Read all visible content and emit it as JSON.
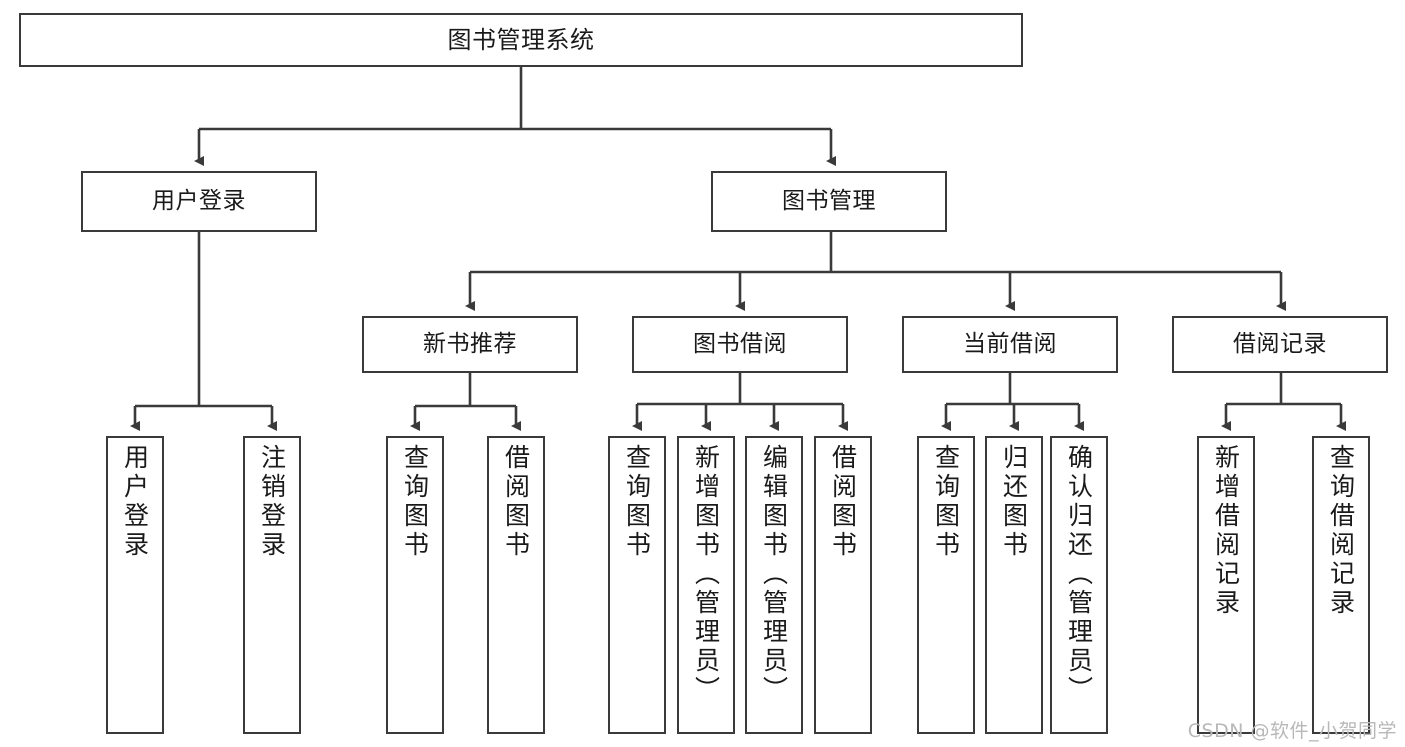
{
  "diagram": {
    "title": "图书管理系统",
    "type": "tree-hierarchy-diagram",
    "colors": {
      "border": "#3a3a3a",
      "background": "#ffffff",
      "text": "#1a1a1a",
      "watermark": "#b8b8b8"
    },
    "nodes": {
      "root": {
        "label": "图书管理系统"
      },
      "level2": [
        {
          "label": "用户登录"
        },
        {
          "label": "图书管理"
        }
      ],
      "level3": [
        {
          "label": "新书推荐"
        },
        {
          "label": "图书借阅"
        },
        {
          "label": "当前借阅"
        },
        {
          "label": "借阅记录"
        }
      ],
      "leaves": {
        "user_login": [
          {
            "label": "用户登录"
          },
          {
            "label": "注销登录"
          }
        ],
        "new_book_recommend": [
          {
            "label": "查询图书"
          },
          {
            "label": "借阅图书"
          }
        ],
        "book_borrow": [
          {
            "label": "查询图书"
          },
          {
            "label": "新增图书（管理员）"
          },
          {
            "label": "编辑图书（管理员）"
          },
          {
            "label": "借阅图书"
          }
        ],
        "current_borrow": [
          {
            "label": "查询图书"
          },
          {
            "label": "归还图书"
          },
          {
            "label": "确认归还（管理员）"
          }
        ],
        "borrow_record": [
          {
            "label": "新增借阅记录"
          },
          {
            "label": "查询借阅记录"
          }
        ]
      }
    },
    "watermark": "CSDN @软件_小贺同学"
  }
}
